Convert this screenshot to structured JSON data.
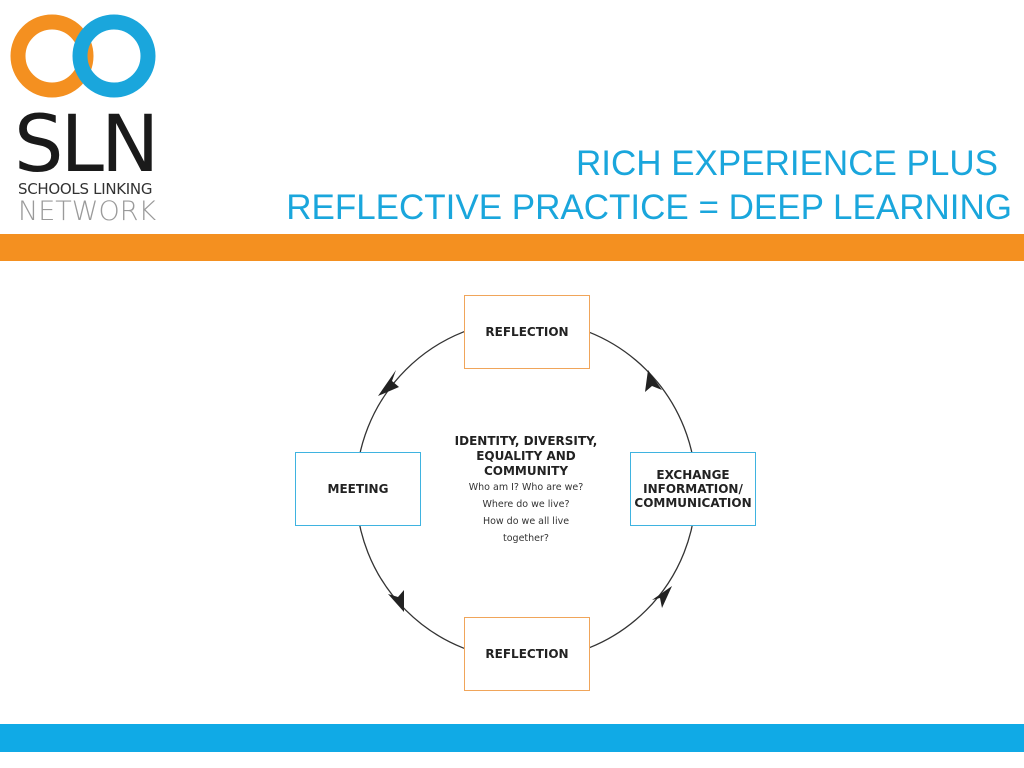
{
  "logo": {
    "abbrev": "SLN",
    "line1": "SCHOOLS LINKING",
    "line2": "NETWORK",
    "ring_left_color": "#f49020",
    "ring_right_color": "#1aa6dc"
  },
  "title": {
    "line1": "RICH EXPERIENCE PLUS",
    "line2": "REFLECTIVE PRACTICE = DEEP LEARNING",
    "color": "#1aa6dc"
  },
  "diagram": {
    "nodes": {
      "top": "REFLECTION",
      "right": "EXCHANGE INFORMATION/ COMMUNICATION",
      "bottom": "REFLECTION",
      "left": "MEETING"
    },
    "center": {
      "heading": "IDENTITY, DIVERSITY, EQUALITY AND COMMUNITY",
      "questions": [
        "Who am I?  Who are we?",
        "Where do we live?",
        "How do we all live",
        "together?"
      ]
    },
    "flow_direction": "clockwise"
  },
  "colors": {
    "accent_orange": "#f49020",
    "accent_blue": "#10aae6"
  }
}
